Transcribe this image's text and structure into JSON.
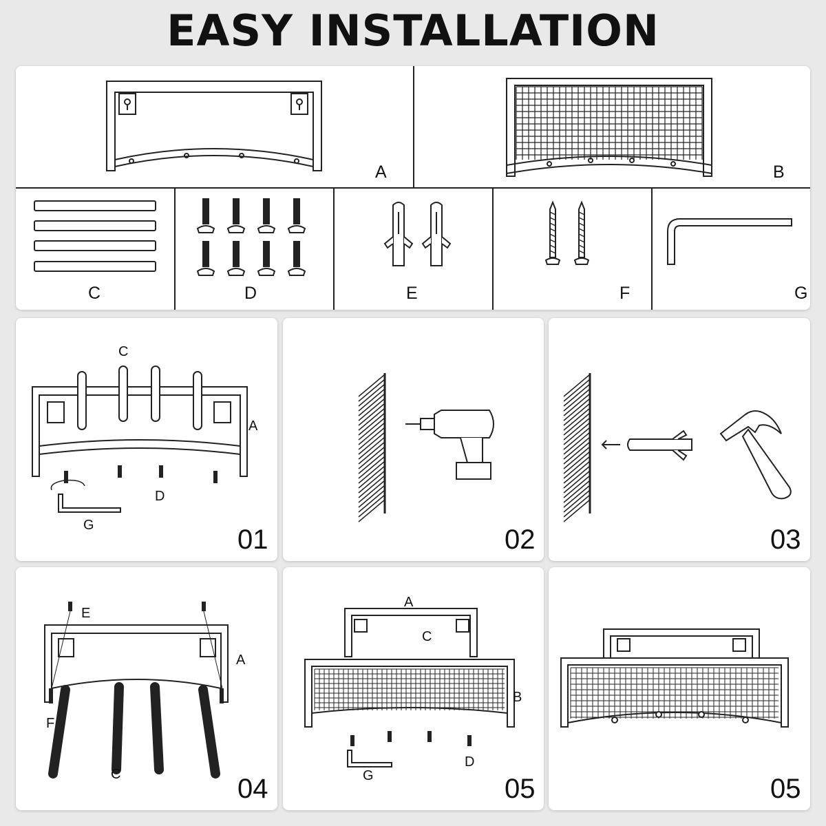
{
  "title": "EASY INSTALLATION",
  "parts": {
    "a": "A",
    "b": "B",
    "c": "C",
    "d": "D",
    "e": "E",
    "f": "F",
    "g": "G"
  },
  "steps": [
    {
      "number": "01",
      "labels": {
        "c": "C",
        "a": "A",
        "d": "D",
        "g": "G"
      }
    },
    {
      "number": "02"
    },
    {
      "number": "03"
    },
    {
      "number": "04",
      "labels": {
        "e": "E",
        "a": "A",
        "f": "F",
        "c": "C"
      }
    },
    {
      "number": "05",
      "labels": {
        "a": "A",
        "c": "C",
        "b": "B",
        "g": "G",
        "d": "D"
      }
    },
    {
      "number": "05"
    }
  ]
}
